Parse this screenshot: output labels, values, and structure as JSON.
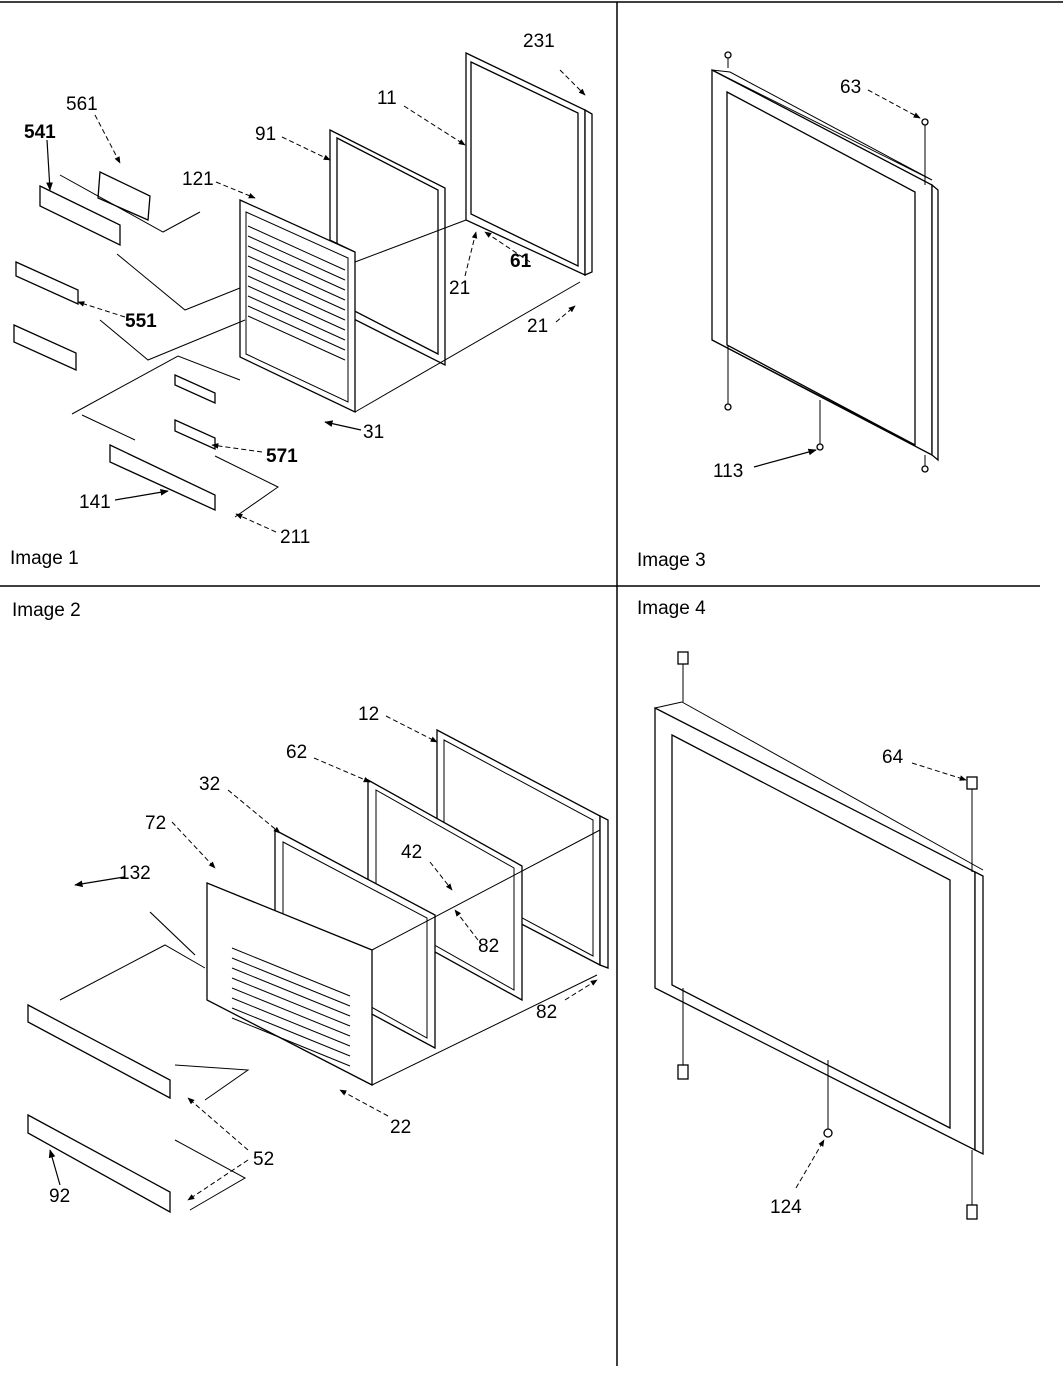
{
  "panels": {
    "image1": {
      "caption": "Image 1",
      "callouts": [
        "231",
        "11",
        "91",
        "561",
        "541",
        "121",
        "21",
        "61",
        "21",
        "551",
        "31",
        "571",
        "141",
        "211"
      ]
    },
    "image2": {
      "caption": "Image 2",
      "callouts": [
        "12",
        "62",
        "32",
        "72",
        "42",
        "132",
        "82",
        "82",
        "22",
        "52",
        "92"
      ]
    },
    "image3": {
      "caption": "Image 3",
      "callouts": [
        "63",
        "113"
      ]
    },
    "image4": {
      "caption": "Image 4",
      "callouts": [
        "64",
        "124"
      ]
    }
  }
}
